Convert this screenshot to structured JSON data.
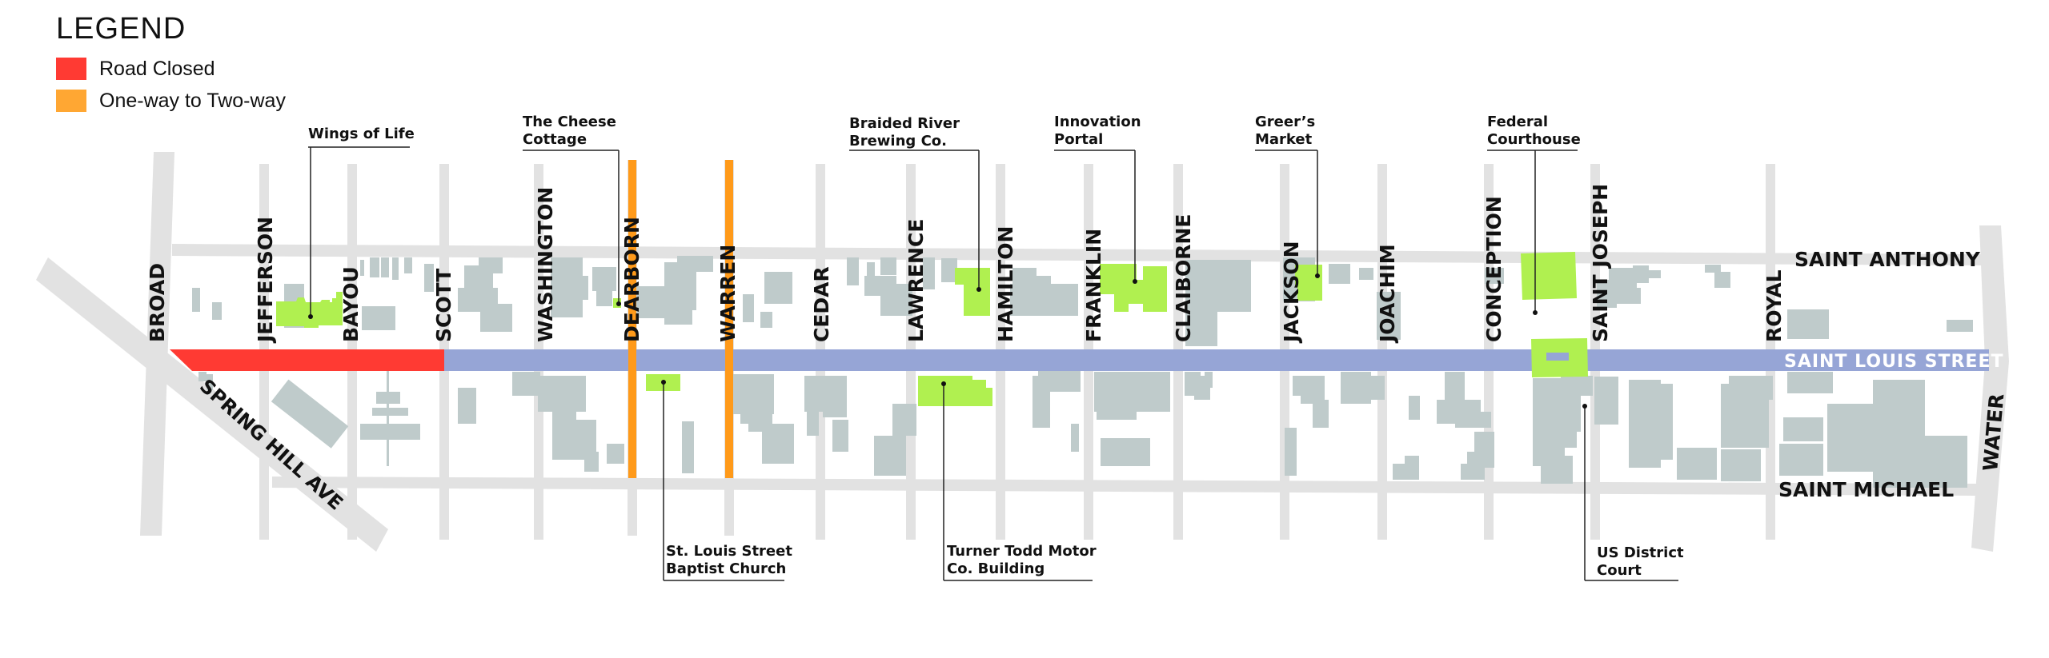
{
  "legend": {
    "title": "LEGEND",
    "items": [
      {
        "label": "Road Closed",
        "color": "#ff3a33"
      },
      {
        "label": "One-way to Two-way",
        "color": "#ffa733"
      }
    ]
  },
  "colors": {
    "road": "#e2e2e2",
    "building": "#bfcbcb",
    "landmark": "#b0f050",
    "main_street": "#96a5d6",
    "road_closed": "#ff3a33",
    "one_way": "#ff9a1a",
    "text": "#111111"
  },
  "streets": {
    "main": "SAINT LOUIS STREET",
    "north": "SAINT ANTHONY",
    "south": "SAINT MICHAEL",
    "diagonal": "SPRING HILL AVE",
    "east": "WATER",
    "cross": [
      "BROAD",
      "JEFFERSON",
      "BAYOU",
      "SCOTT",
      "WASHINGTON",
      "DEARBORN",
      "WARREN",
      "CEDAR",
      "LAWRENCE",
      "HAMILTON",
      "FRANKLIN",
      "CLAIBORNE",
      "JACKSON",
      "JOACHIM",
      "CONCEPTION",
      "SAINT JOSEPH",
      "ROYAL"
    ]
  },
  "callouts": {
    "top": [
      {
        "lines": [
          "Wings of Life"
        ]
      },
      {
        "lines": [
          "The Cheese",
          "Cottage"
        ]
      },
      {
        "lines": [
          "Braided River",
          "Brewing Co."
        ]
      },
      {
        "lines": [
          "Innovation",
          "Portal"
        ]
      },
      {
        "lines": [
          "Greer’s",
          "Market"
        ]
      },
      {
        "lines": [
          "Federal",
          "Courthouse"
        ]
      }
    ],
    "bottom": [
      {
        "lines": [
          "St. Louis Street",
          "Baptist Church"
        ]
      },
      {
        "lines": [
          "Turner Todd Motor",
          "Co. Building"
        ]
      },
      {
        "lines": [
          "US District",
          "Court"
        ]
      }
    ]
  }
}
